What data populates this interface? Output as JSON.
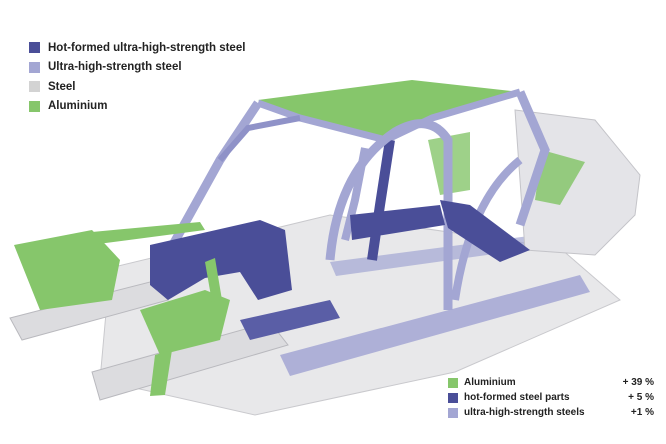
{
  "colors": {
    "hot_formed": "#4a4e98",
    "ultra_high_strength": "#a3a6d3",
    "steel": "#d3d3d3",
    "aluminium": "#86c66b"
  },
  "legend": [
    {
      "label": "Hot-formed ultra-high-strength steel",
      "color": "#4a4e98"
    },
    {
      "label": "Ultra-high-strength steel",
      "color": "#a3a6d3"
    },
    {
      "label": "Steel",
      "color": "#d3d3d3"
    },
    {
      "label": "Aluminium",
      "color": "#86c66b"
    }
  ],
  "stats": [
    {
      "label": "Aluminium",
      "value": "+ 39 %",
      "color": "#86c66b"
    },
    {
      "label": "hot-formed steel parts",
      "value": "+ 5 %",
      "color": "#4a4e98"
    },
    {
      "label": "ultra-high-strength steels",
      "value": "+1 %",
      "color": "#a3a6d3"
    }
  ]
}
